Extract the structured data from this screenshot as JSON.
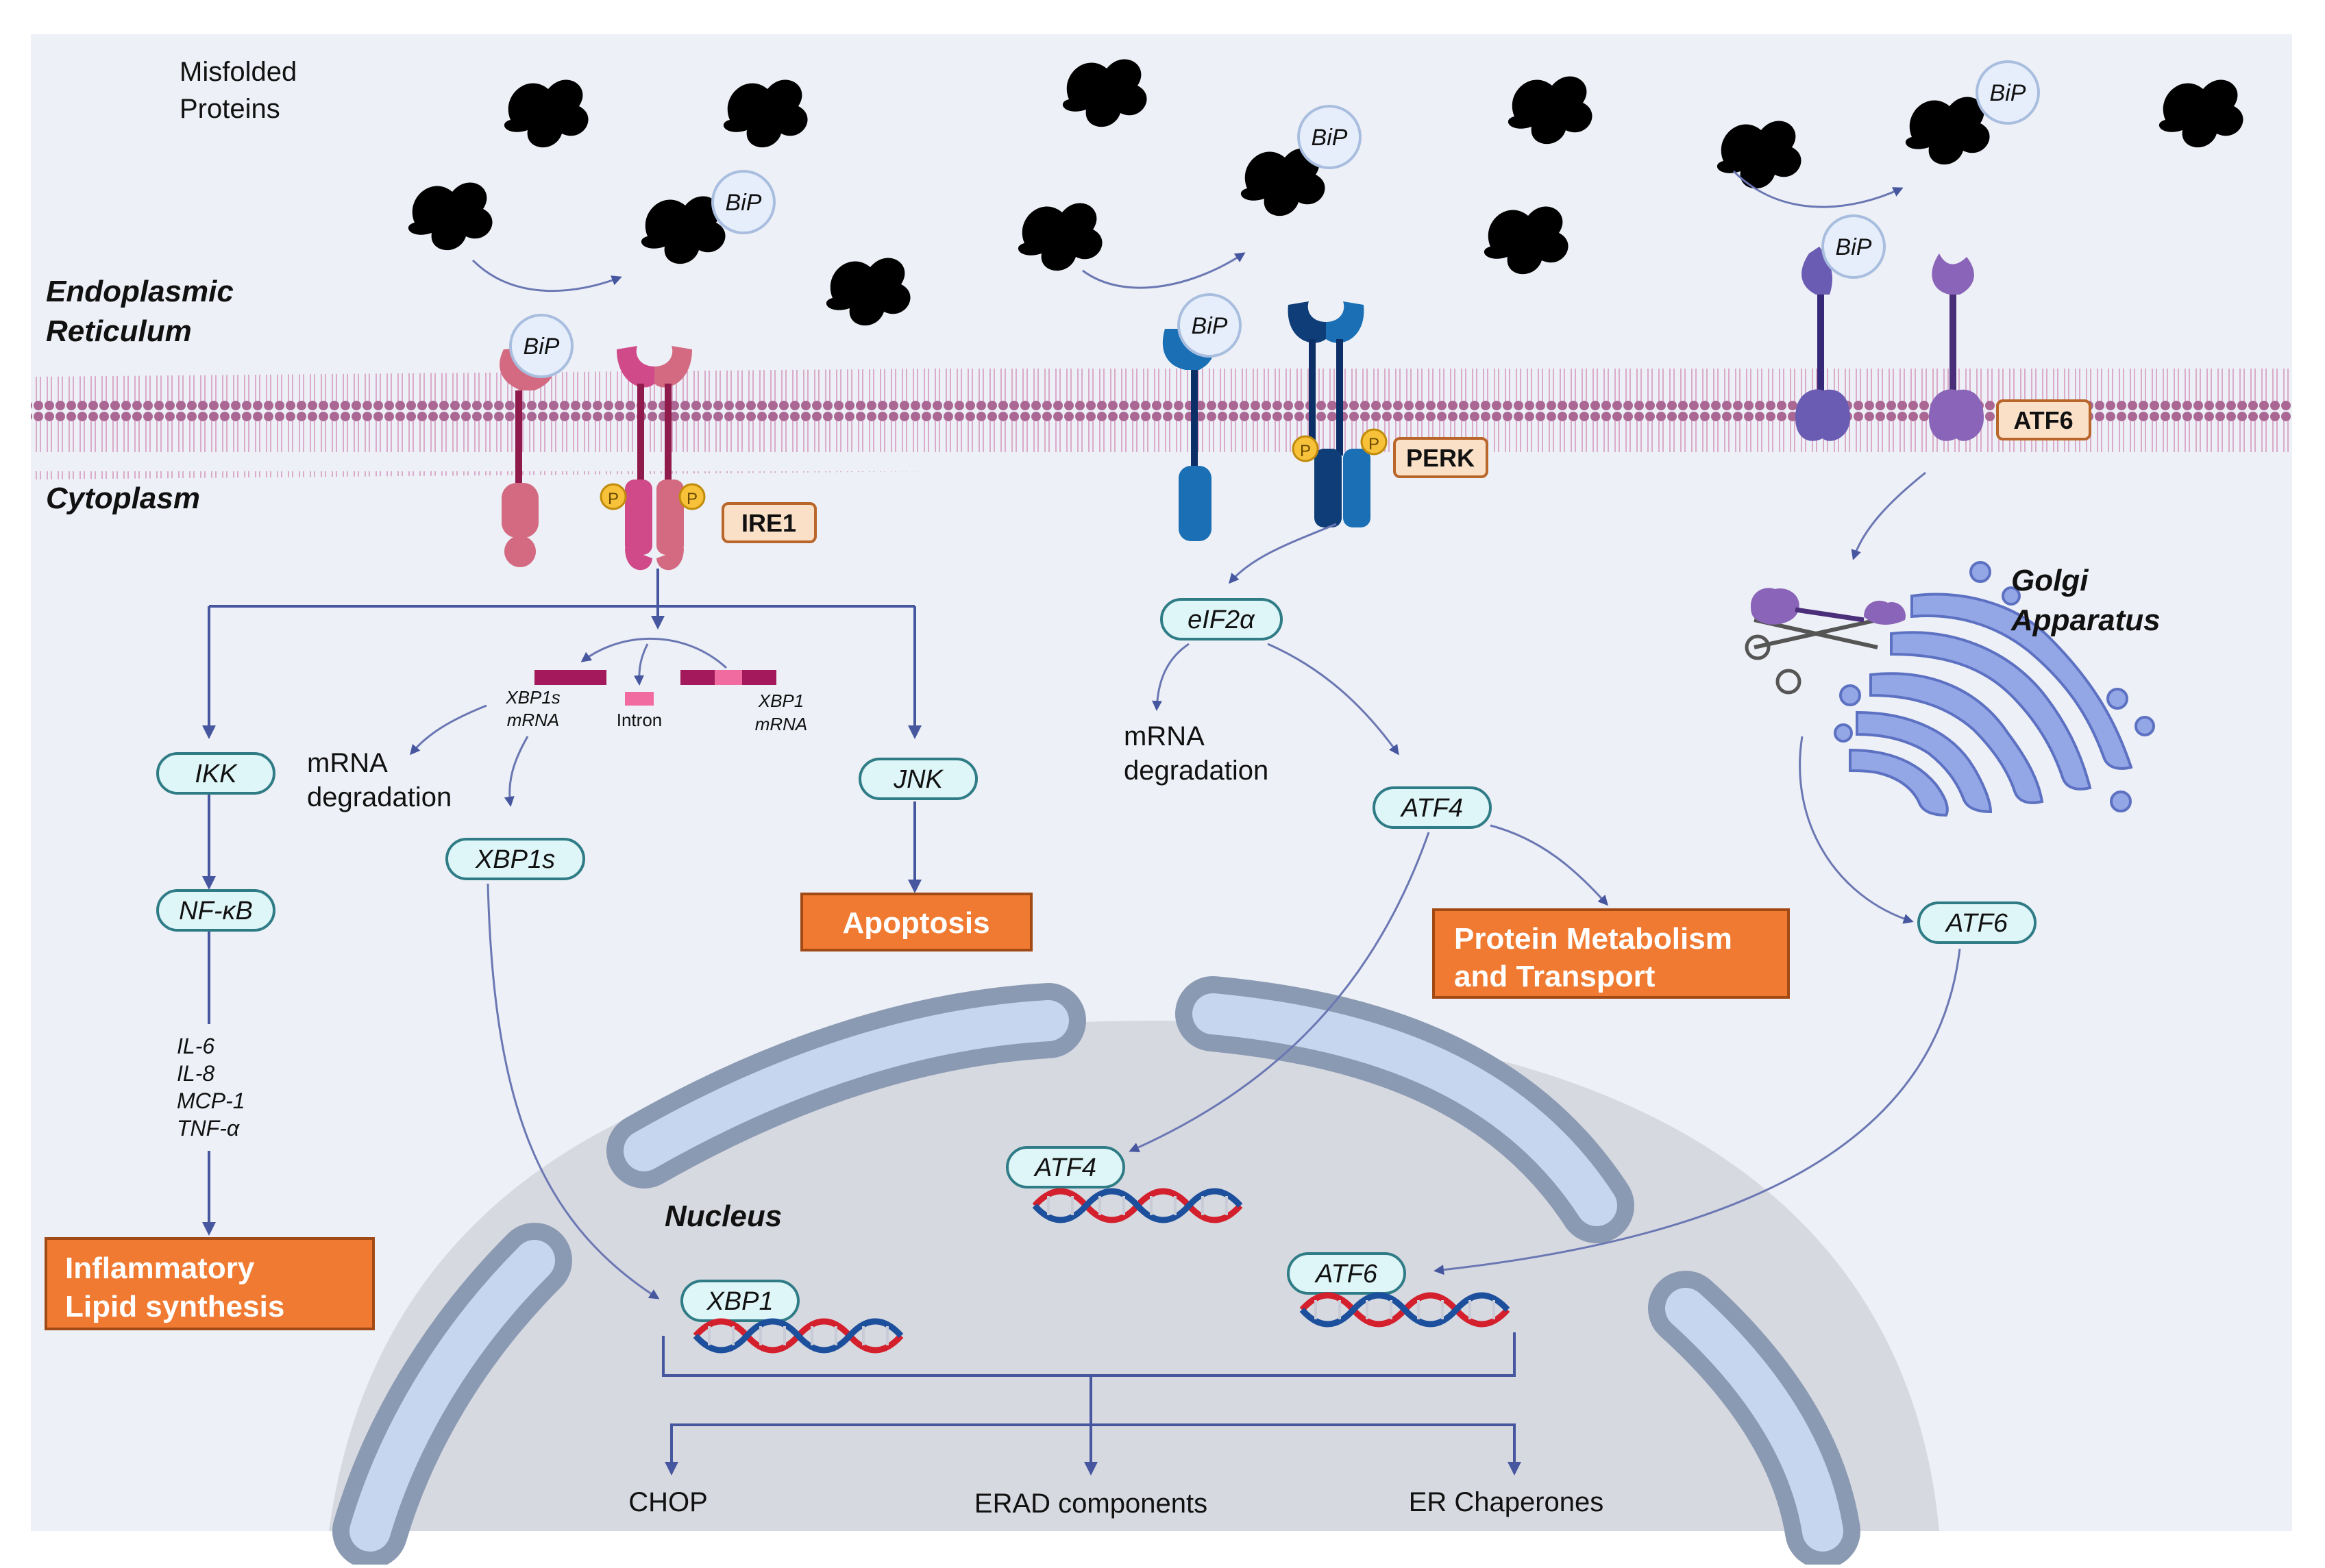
{
  "labels": {
    "misfolded_line1": "Misfolded",
    "misfolded_line2": "Proteins",
    "er_line1": "Endoplasmic",
    "er_line2": "Reticulum",
    "cytoplasm": "Cytoplasm",
    "golgi_line1": "Golgi",
    "golgi_line2": "Apparatus",
    "nucleus": "Nucleus",
    "bip": "BiP",
    "phospho": "P",
    "xbp1s_mrna_line1": "XBP1s",
    "xbp1s_mrna_line2": "mRNA",
    "intron": "Intron",
    "xbp1_mrna_line1": "XBP1",
    "xbp1_mrna_line2": "mRNA",
    "mrna_deg_line1": "mRNA",
    "mrna_deg_line2": "degradation",
    "cytokines": [
      "IL-6",
      "IL-8",
      "MCP-1",
      "TNF-α"
    ]
  },
  "receptors": {
    "ire1": "IRE1",
    "perk": "PERK",
    "atf6": "ATF6"
  },
  "nodes": {
    "ikk": "IKK",
    "nfkb": "NF-κB",
    "xbp1s": "XBP1s",
    "jnk": "JNK",
    "eif2a": "eIF2α",
    "atf4": "ATF4",
    "atf6": "ATF6",
    "nuc_atf4": "ATF4",
    "nuc_xbp1": "XBP1",
    "nuc_atf6": "ATF6"
  },
  "outcomes": {
    "apoptosis": "Apoptosis",
    "protein_line1": "Protein Metabolism",
    "protein_line2": "and Transport",
    "inflam_line1": "Inflammatory",
    "inflam_line2": "Lipid synthesis"
  },
  "targets": {
    "chop": "CHOP",
    "erad": "ERAD components",
    "chaperones": "ER Chaperones"
  },
  "colors": {
    "arrow": "#4657a0",
    "outcome_fill": "#f07a32",
    "node_fill": "#dff6f8",
    "tag_fill": "#fbe0c8",
    "membrane": "#b86fa2",
    "protein": "#0f2b6b",
    "ire1": "#d04a8a",
    "perk": "#1a6fb5",
    "atf6": "#8a64b8",
    "dna_red": "#d41f2c",
    "dna_blue": "#1c4f9c"
  }
}
